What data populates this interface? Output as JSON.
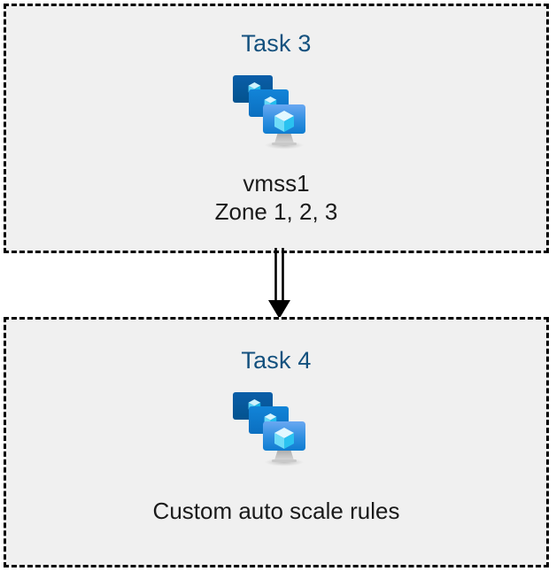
{
  "diagram": {
    "type": "flow",
    "background_color": "#ffffff",
    "box_fill_color": "#f0f0f0",
    "box_border_color": "#000000",
    "title_color": "#14517e",
    "caption_color": "#1a1a1a",
    "boxes": [
      {
        "id": "task-3",
        "title": "Task 3",
        "icon": "vmss-stacked-monitors-icon",
        "captions": [
          "vmss1",
          "Zone 1, 2, 3"
        ]
      },
      {
        "id": "task-4",
        "title": "Task 4",
        "icon": "vmss-stacked-monitors-icon",
        "captions": [
          "Custom auto scale rules"
        ]
      }
    ],
    "connector": {
      "name": "double-line-arrow-down",
      "from": "task-3",
      "to": "task-4",
      "color": "#000000"
    },
    "icon_colors": {
      "monitor_back": "#005ba1",
      "monitor_middle": "#0078d4",
      "monitor_front_top": "#5ea0ef",
      "monitor_front_bottom": "#0f7fd4",
      "cube_light": "#c3f1fd",
      "cube_mid": "#4fd1f5",
      "cube_dark": "#1ab3e8",
      "stand_gray": "#b3b3b3"
    }
  }
}
